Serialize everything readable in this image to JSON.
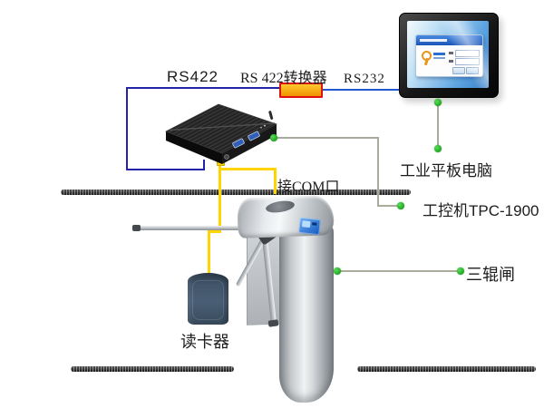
{
  "labels": {
    "rs422": "RS422",
    "rs422_converter": "RS 422转换器",
    "rs232": "RS232",
    "com_port": "接COM口",
    "tablet_pc": "工业平板电脑",
    "industrial_pc": "工控机TPC-1900",
    "turnstile": "三辊闸",
    "card_reader": "读卡器"
  },
  "colors": {
    "rs422_wire": "#2323a8",
    "rs232_wire": "#2158d0",
    "signal_wire": "#ffd400",
    "converter_fill": "#ffaa00",
    "converter_border": "#dd1111",
    "connector_dot": "#2ecc2e",
    "pointer_line": "#a9ac9b"
  }
}
